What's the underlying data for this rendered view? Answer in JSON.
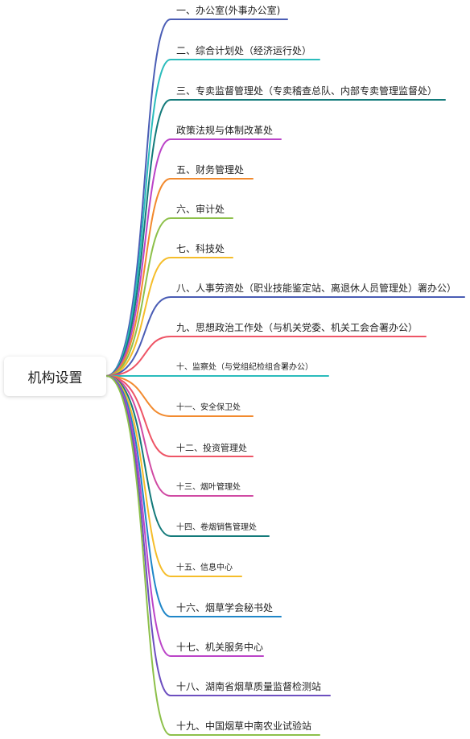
{
  "root": {
    "label": "机构设置"
  },
  "branches": [
    {
      "label": "一、办公室(外事办公室)",
      "color": "#4a5db5"
    },
    {
      "label": "二、综合计划处（经济运行处）",
      "color": "#2bbcbc"
    },
    {
      "label": "三、专卖监督管理处（专卖稽查总队、内部专卖管理监督处）",
      "color": "#137a7a"
    },
    {
      "label": "政策法规与体制改革处",
      "color": "#bb44c8"
    },
    {
      "label": "五、财务管理处",
      "color": "#f28a2e"
    },
    {
      "label": "六、审计处",
      "color": "#8dc04a"
    },
    {
      "label": "七、科技处",
      "color": "#f5bd2a"
    },
    {
      "label": "八、人事劳资处（职业技能鉴定站、离退休人员管理处）署办公）",
      "color": "#4a5db5"
    },
    {
      "label": "九、思想政治工作处（与机关党委、机关工会合署办公）",
      "color": "#ee5566"
    },
    {
      "label": "十、监察处（与党组纪检组合署办公）",
      "color": "#2bbcbc"
    },
    {
      "label": "十一、安全保卫处",
      "color": "#f28a2e"
    },
    {
      "label": "十二、投资管理处",
      "color": "#ee5566"
    },
    {
      "label": "十三、烟叶管理处",
      "color": "#d04aa3"
    },
    {
      "label": "十四、卷烟销售管理处",
      "color": "#137a7a"
    },
    {
      "label": "十五、信息中心",
      "color": "#f5bd2a"
    },
    {
      "label": "十六、烟草学会秘书处",
      "color": "#1f86c8"
    },
    {
      "label": "十七、机关服务中心",
      "color": "#bb44c8"
    },
    {
      "label": "十八、湖南省烟草质量监督检测站",
      "color": "#6d4fc0"
    },
    {
      "label": "十九、中国烟草中南农业试验站",
      "color": "#8dc04a"
    }
  ]
}
